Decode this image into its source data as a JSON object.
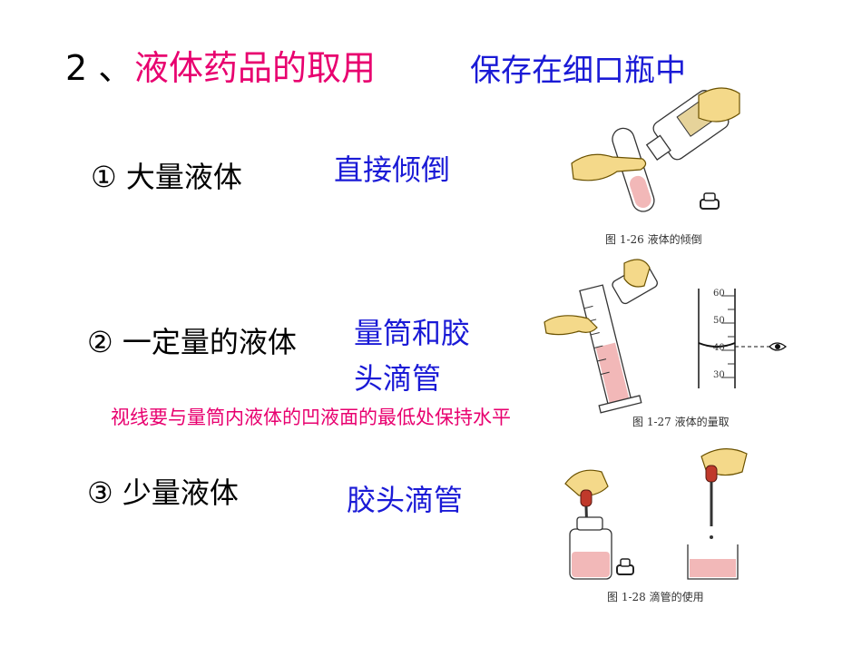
{
  "header": {
    "number": "2 、",
    "title": "液体药品的取用",
    "storage": "保存在细口瓶中"
  },
  "items": [
    {
      "label": "① 大量液体",
      "method": "直接倾倒"
    },
    {
      "label": "② 一定量的液体",
      "method_line1": "量筒和胶",
      "method_line2": "头滴管"
    },
    {
      "label": "③ 少量液体",
      "method": "胶头滴管"
    }
  ],
  "note": "视线要与量筒内液体的凹液面的最低处保持水平",
  "figures": {
    "fig1_caption": "图 1-26  液体的倾倒",
    "fig2_caption": "图 1-27  液体的量取",
    "fig3_caption": "图 1-28  滴管的使用",
    "scale_ticks": [
      "60",
      "50",
      "40",
      "30"
    ]
  },
  "colors": {
    "accent_pink": "#e8006f",
    "accent_blue": "#1a1ad6"
  }
}
